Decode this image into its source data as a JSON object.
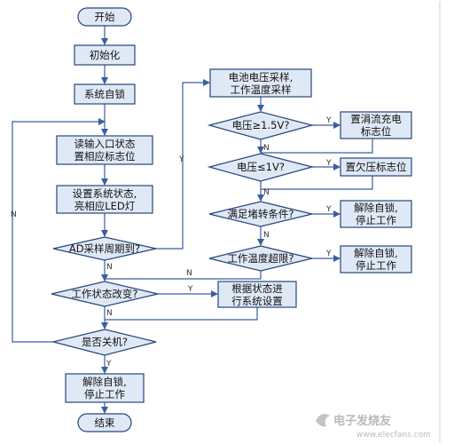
{
  "nodes": {
    "start": "开始",
    "init": "初始化",
    "self_lock": "系统自锁",
    "read_input_1": "读输入口状态",
    "read_input_2": "置相应标志位",
    "set_state_1": "设置系统状态,",
    "set_state_2": "亮相应LED灯",
    "ad_period": "AD采样周期到?",
    "state_changed": "工作状态改变?",
    "shutdown": "是否关机?",
    "release_1": "解除自锁,",
    "release_2": "停止工作",
    "end": "结束",
    "sample_1": "电池电压采样,",
    "sample_2": "工作温度采样",
    "v_high": "电压≥1.5V?",
    "trickle_1": "置涓流充电",
    "trickle_2": "标志位",
    "v_low": "电压≤1V?",
    "undervolt": "置欠压标志位",
    "stall": "满足堵转条件?",
    "stall_release_1": "解除自锁,",
    "stall_release_2": "停止工作",
    "temp": "工作温度超限?",
    "temp_release_1": "解除自锁,",
    "temp_release_2": "停止工作",
    "config_1": "根据状态进",
    "config_2": "行系统设置"
  },
  "labels": {
    "yes": "Y",
    "no": "N"
  },
  "watermark": {
    "main": "电子发烧友",
    "url": "www.elecfans.com"
  },
  "colors": {
    "box_fill": "#dfe9f6",
    "box_stroke": "#27467a",
    "line": "#3a5ea0"
  }
}
